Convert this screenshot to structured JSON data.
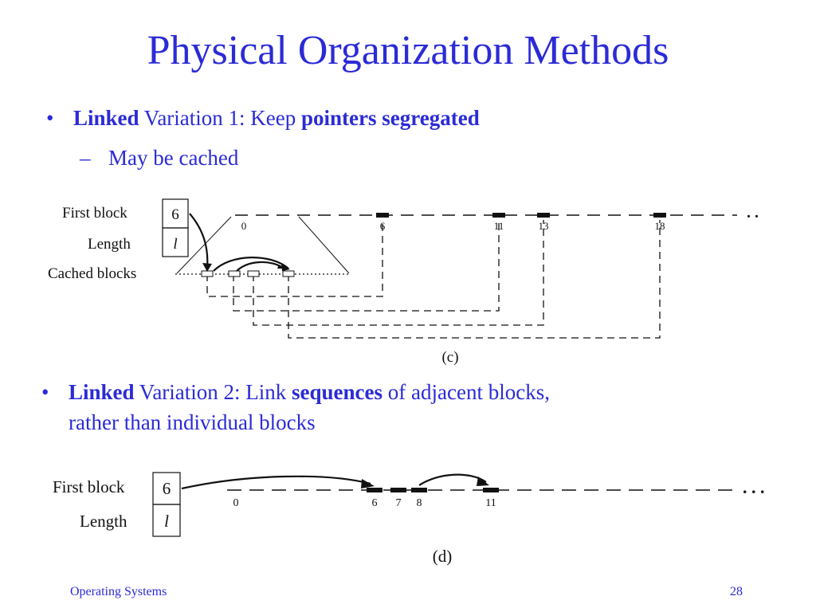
{
  "title": "Physical Organization Methods",
  "bullet1": {
    "marker": "•",
    "bold1": "Linked",
    "text1": " Variation 1: Keep ",
    "bold2": "pointers segregated",
    "sub_marker": "–",
    "sub": "May be cached"
  },
  "bullet2": {
    "marker": "•",
    "bold1": "Linked",
    "text1": " Variation 2: Link ",
    "bold2": "sequences",
    "text2": " of adjacent blocks,",
    "line2": "rather than individual blocks"
  },
  "diagram_c": {
    "first_block_label": "First block",
    "first_block_value": "6",
    "length_label": "Length",
    "length_value": "l",
    "cached_label": "Cached blocks",
    "ticks": [
      "0",
      "6",
      "11",
      "13",
      "18"
    ],
    "ellipsis": ". .",
    "caption": "(c)"
  },
  "diagram_d": {
    "first_block_label": "First block",
    "first_block_value": "6",
    "length_label": "Length",
    "length_value": "l",
    "ticks": [
      "0",
      "6",
      "7",
      "8",
      "11"
    ],
    "ellipsis": ". . .",
    "caption": "(d)"
  },
  "footer": {
    "left": "Operating Systems",
    "right": "28"
  }
}
